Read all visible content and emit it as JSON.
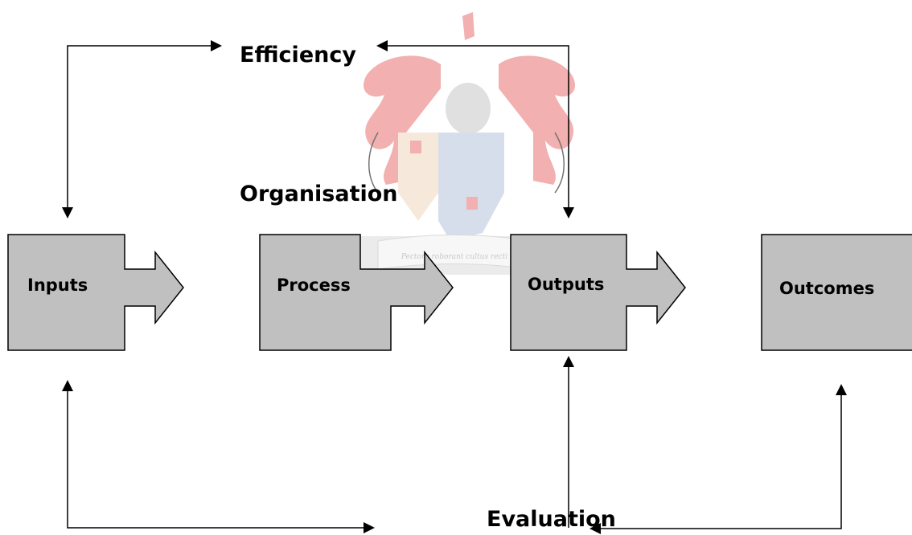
{
  "boxes": {
    "inputs": "Inputs",
    "process": "Process",
    "outputs": "Outputs",
    "outcomes": "Outcomes"
  },
  "labels": {
    "efficiency": "Efficiency",
    "organisation": "Organisation",
    "evaluation": "Evaluation"
  },
  "watermark": {
    "motto": "Pectora roborant cultus recti"
  },
  "colors": {
    "box_fill": "#c0c0c0",
    "stroke": "#000000",
    "watermark_red": "#e87070",
    "watermark_tan": "#d9c9a8"
  }
}
